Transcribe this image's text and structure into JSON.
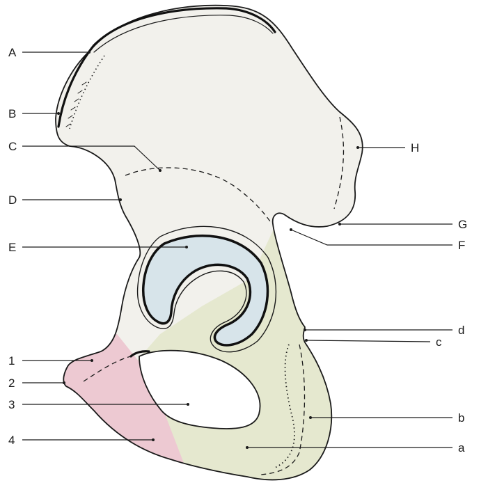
{
  "colors": {
    "ilium": "#f2f1ec",
    "ischium": "#e5e8cf",
    "pubis": "#edc9d2",
    "acetabulum": "#d7e4ea",
    "outline": "#1a1a1a"
  },
  "labels_left": [
    "A",
    "B",
    "C",
    "D",
    "E",
    "1",
    "2",
    "3",
    "4"
  ],
  "labels_right": [
    "H",
    "G",
    "F",
    "d",
    "c",
    "b",
    "a"
  ]
}
